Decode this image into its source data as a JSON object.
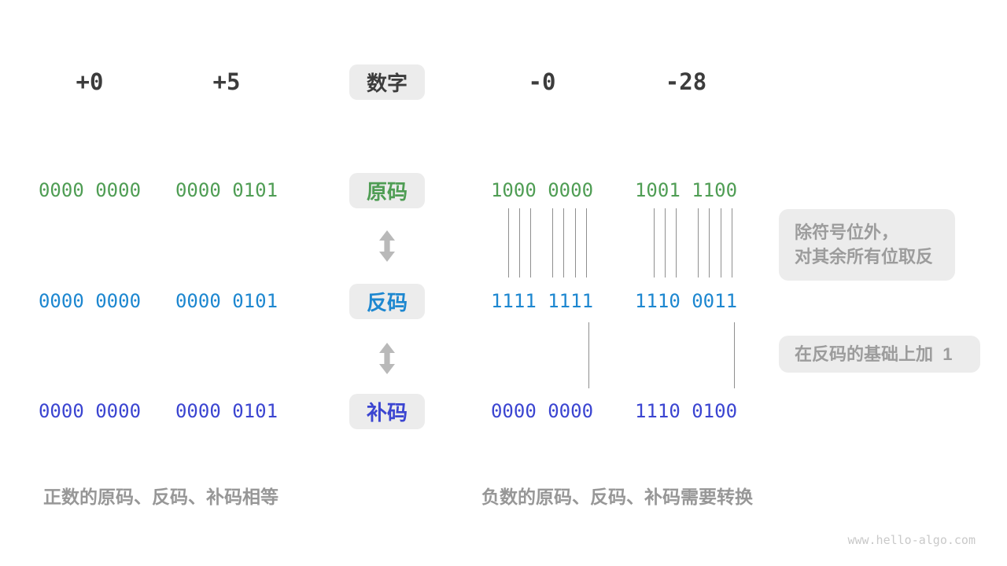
{
  "header": {
    "positive_values": [
      "+0",
      "+5"
    ],
    "label": "数字",
    "negative_values": [
      "-0",
      "-28"
    ]
  },
  "encoding_rows": [
    {
      "name": "sign-magnitude",
      "label": "原码",
      "color": "#4f9d54",
      "values": [
        "0000 0000",
        "0000 0101",
        "1000 0000",
        "1001 1100"
      ]
    },
    {
      "name": "ones-complement",
      "label": "反码",
      "color": "#1d87d0",
      "values": [
        "0000 0000",
        "0000 0101",
        "1111 1111",
        "1110 0011"
      ]
    },
    {
      "name": "twos-complement",
      "label": "补码",
      "color": "#3b45d1",
      "values": [
        "0000 0000",
        "0000 0101",
        "0000 0000",
        "1110 0100"
      ]
    }
  ],
  "annotations": {
    "invert_line1": "除符号位外，",
    "invert_line2": "对其余所有位取反",
    "add_one": "在反码的基础上加  1"
  },
  "captions": {
    "positive": "正数的原码、反码、补码相等",
    "negative": "负数的原码、反码、补码需要转换"
  },
  "watermark": "www.hello-algo.com",
  "colors": {
    "sign_magnitude_green": "#4f9d54",
    "ones_complement_blue": "#1d87d0",
    "twos_complement_indigo": "#3b45d1",
    "box_background": "#ececec",
    "annotation_gray": "#9c9c9c",
    "heading_dark": "#3c3c3c",
    "caption_gray": "#979797",
    "connector_gray": "#8f8f8f",
    "arrow_gray": "#b9b9b9",
    "watermark_gray": "#c9c9c9"
  }
}
